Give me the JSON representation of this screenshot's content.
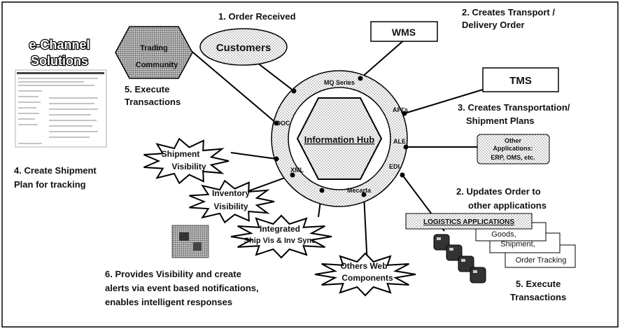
{
  "hub": {
    "title": "Information Hub",
    "connectors": [
      "MQ Series",
      "API's",
      "ALE",
      "EDI",
      "Mecarta",
      "XML",
      "IDOC"
    ]
  },
  "nodes": {
    "customers": "Customers",
    "wms": "WMS",
    "tms": "TMS",
    "trading_community": [
      "Trading",
      "Community"
    ],
    "other_apps": [
      "Other",
      "Applications:",
      "ERP, OMS, etc."
    ],
    "logistics_apps": "LOGISTICS APPLICATIONS",
    "logistics_items": [
      "Goods,",
      "Shipment,",
      "Order Tracking"
    ],
    "echannel": [
      "e-Channel",
      "Solutions"
    ]
  },
  "steps": {
    "s1": "1. Order Received",
    "s2a": [
      "2. Creates Transport /",
      "Delivery Order"
    ],
    "s3": [
      "3. Creates Transportation/",
      "Shipment Plans"
    ],
    "s2b": [
      "2. Updates Order to",
      "other applications"
    ],
    "s5a": [
      "5. Execute",
      "Transactions"
    ],
    "s5b": [
      "5. Execute",
      "Transactions"
    ],
    "s4": [
      "4. Create Shipment",
      "Plan for tracking"
    ],
    "s6": [
      "6. Provides Visibility and create",
      "alerts via event based notifications,",
      "enables intelligent responses"
    ]
  },
  "bursts": [
    [
      "Shipment",
      "Visibility"
    ],
    [
      "Inventory",
      "Visibility"
    ],
    [
      "Integrated",
      "Ship Vis & Inv Sync"
    ],
    [
      "Others Web",
      "Components"
    ]
  ]
}
